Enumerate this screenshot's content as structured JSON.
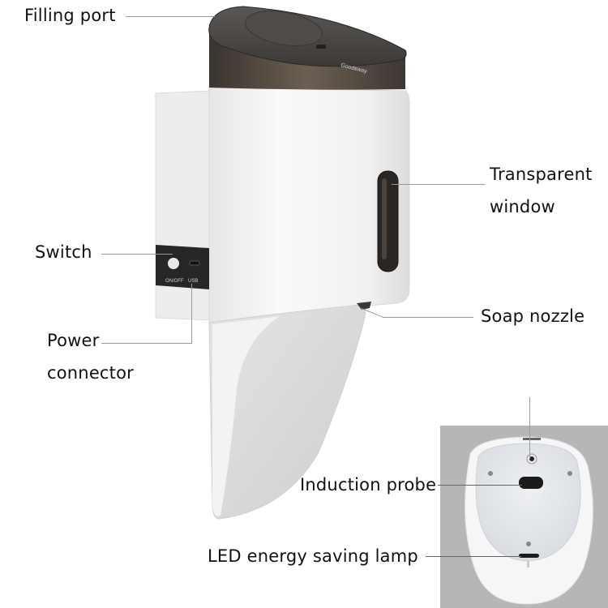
{
  "image": {
    "type": "product-annotation",
    "subject": "automatic wall-mounted soap dispenser",
    "brand_on_lid": "Goodsway",
    "panel": {
      "switch_label": "ON/OFF",
      "usb_label": "USB"
    }
  },
  "callouts": {
    "filling_port": "Filling port",
    "transparent_window_line1": "Transparent",
    "transparent_window_line2": "window",
    "switch": "Switch",
    "soap_nozzle": "Soap nozzle",
    "power_connector_line1": "Power",
    "power_connector_line2": "connector",
    "induction_probe": "Induction probe",
    "led_lamp": "LED energy saving lamp"
  },
  "colors": {
    "background": "#ffffff",
    "body": "#f1f1f1",
    "lid": "#4a4745",
    "panel": "#262626",
    "inset_bg": "#b4b6b8",
    "leader": "#9a9a9a"
  }
}
